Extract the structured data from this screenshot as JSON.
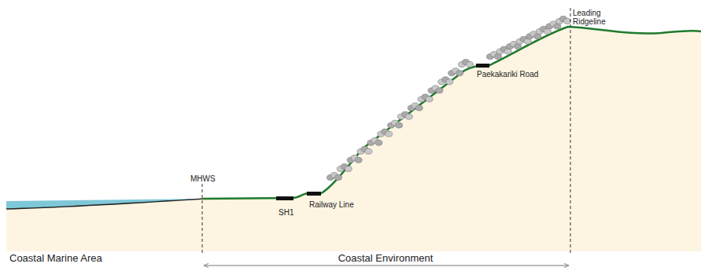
{
  "diagram": {
    "labels": [
      "Leading Ridgeline",
      "Paekakariki Road",
      "MHWS",
      "SH1",
      "Railway Line",
      "Coastal Marine Area",
      "Coastal Environment"
    ]
  }
}
